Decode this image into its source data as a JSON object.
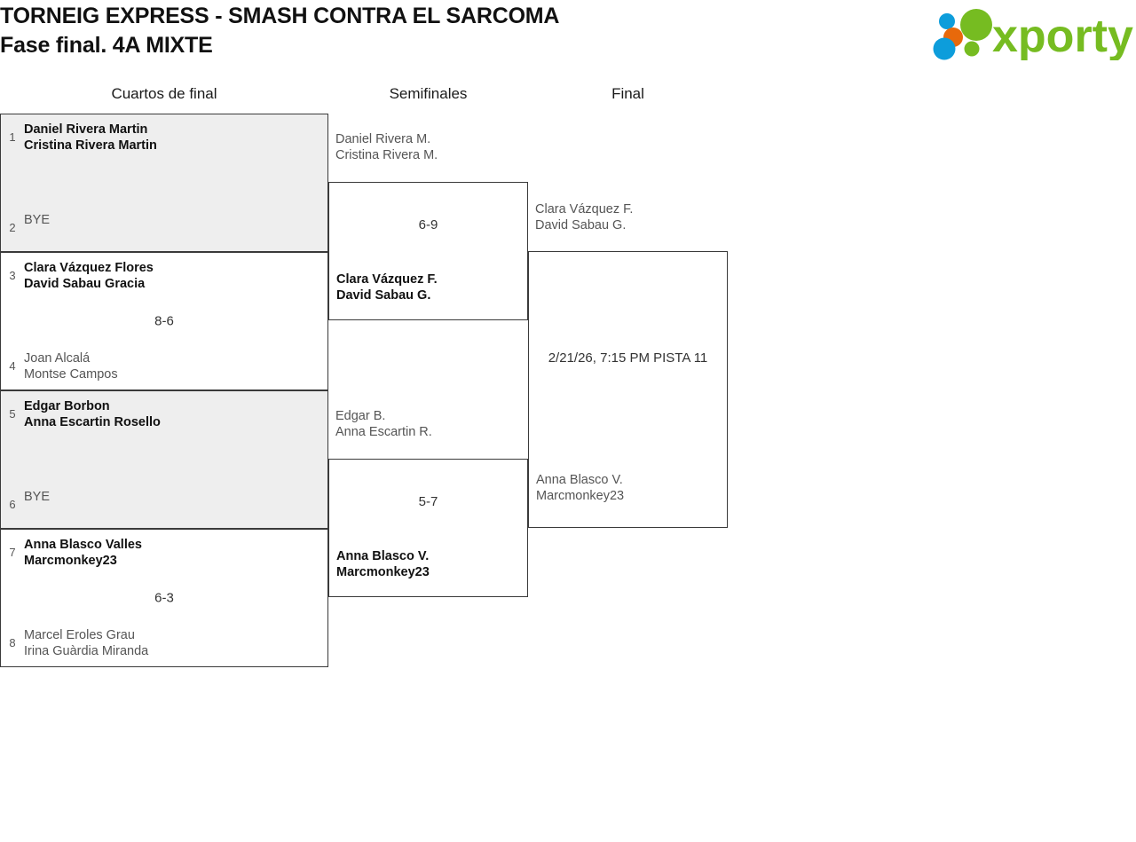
{
  "header": {
    "title_line1": "TORNEIG EXPRESS - SMASH CONTRA EL SARCOMA",
    "title_line2": "Fase final. 4A MIXTE",
    "logo_text": "xporty",
    "logo_colors": {
      "green": "#76bc21",
      "orange": "#e8690b",
      "blue": "#0d9ddb"
    }
  },
  "rounds": [
    {
      "label": "Cuartos de final"
    },
    {
      "label": "Semifinales"
    },
    {
      "label": "Final"
    }
  ],
  "quarterfinals": [
    {
      "shaded": true,
      "score": "",
      "top": {
        "seed": "1",
        "line1": "Daniel Rivera Martin",
        "line2": "Cristina Rivera Martin",
        "result": "winner"
      },
      "bottom": {
        "seed": "2",
        "line1": "BYE",
        "line2": "",
        "result": "bye"
      }
    },
    {
      "shaded": false,
      "score": "8-6",
      "top": {
        "seed": "3",
        "line1": "Clara Vázquez Flores",
        "line2": "David Sabau Gracia",
        "result": "winner"
      },
      "bottom": {
        "seed": "4",
        "line1": "Joan Alcalá",
        "line2": "Montse Campos",
        "result": "loser"
      }
    },
    {
      "shaded": true,
      "score": "",
      "top": {
        "seed": "5",
        "line1": "Edgar Borbon",
        "line2": "Anna Escartin Rosello",
        "result": "winner"
      },
      "bottom": {
        "seed": "6",
        "line1": "BYE",
        "line2": "",
        "result": "bye"
      }
    },
    {
      "shaded": false,
      "score": "6-3",
      "top": {
        "seed": "7",
        "line1": "Anna Blasco Valles",
        "line2": "Marcmonkey23",
        "result": "winner"
      },
      "bottom": {
        "seed": "8",
        "line1": "Marcel Eroles Grau",
        "line2": "Irina Guàrdia Miranda",
        "result": "loser"
      }
    }
  ],
  "semifinals": [
    {
      "score": "6-9",
      "top": {
        "line1": "Daniel Rivera M.",
        "line2": "Cristina Rivera M.",
        "result": "loser"
      },
      "bottom": {
        "line1": "Clara Vázquez F.",
        "line2": "David Sabau G.",
        "result": "winner"
      }
    },
    {
      "score": "5-7",
      "top": {
        "line1": "Edgar B.",
        "line2": "Anna Escartin R.",
        "result": "loser"
      },
      "bottom": {
        "line1": "Anna Blasco V.",
        "line2": "Marcmonkey23",
        "result": "winner"
      }
    }
  ],
  "final": {
    "score": "2/21/26, 7:15 PM PISTA 11",
    "top": {
      "line1": "Clara Vázquez F.",
      "line2": "David Sabau G.",
      "result": "loser"
    },
    "bottom": {
      "line1": "Anna Blasco V.",
      "line2": "Marcmonkey23",
      "result": "loser"
    }
  }
}
